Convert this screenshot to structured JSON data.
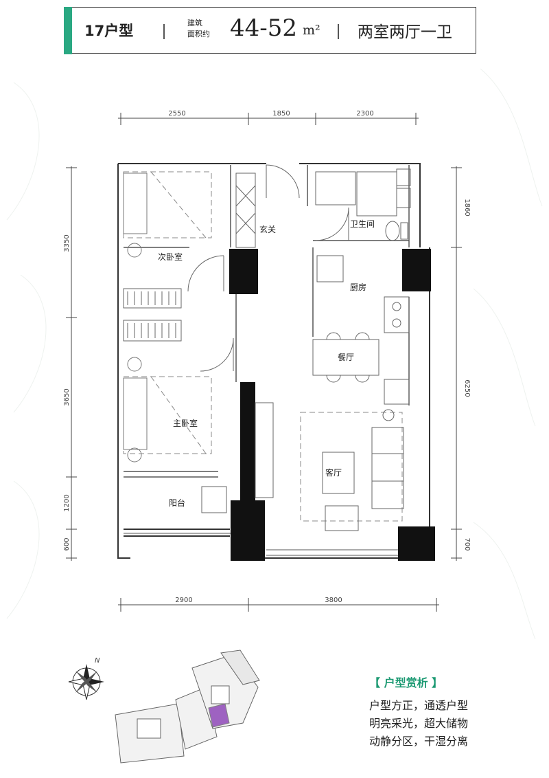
{
  "header": {
    "unit_type": "17户型",
    "area_label_line1": "建筑",
    "area_label_line2": "面积约",
    "area_value": "44-52",
    "area_unit": "m²",
    "layout": "两室两厅一卫"
  },
  "dimensions": {
    "top": [
      "2550",
      "1850",
      "2300"
    ],
    "bottom": [
      "2900",
      "3800"
    ],
    "left": [
      "3350",
      "3650",
      "1200",
      "600"
    ],
    "right": [
      "1860",
      "6250",
      "700"
    ]
  },
  "rooms": {
    "foyer": "玄关",
    "bathroom": "卫生间",
    "second_bedroom": "次卧室",
    "kitchen": "厨房",
    "dining": "餐厅",
    "master_bedroom": "主卧室",
    "living": "客厅",
    "balcony": "阳台"
  },
  "compass": {
    "north": "N"
  },
  "features": {
    "title": "【 户型赏析 】",
    "lines": [
      "户型方正，通透户型",
      "明亮采光，超大储物",
      "动静分区，干湿分离"
    ]
  },
  "colors": {
    "accent": "#2aa882",
    "wall": "#111111",
    "highlight": "#8a3fb5"
  }
}
